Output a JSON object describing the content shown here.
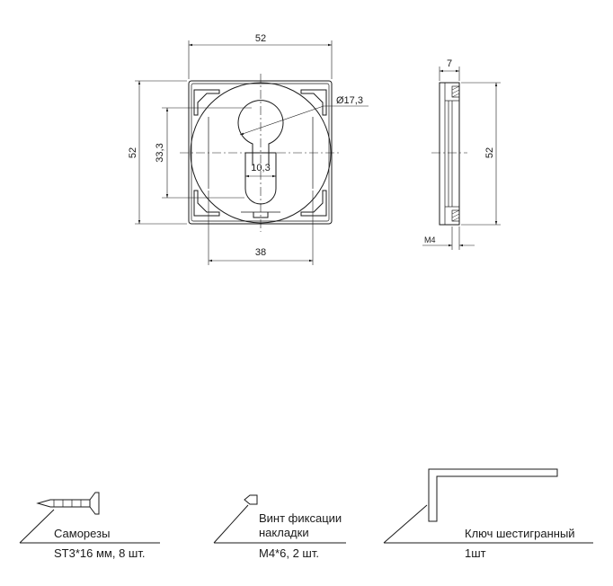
{
  "drawing": {
    "dimensions": {
      "width_top": "52",
      "height_left": "52",
      "keyhole_height": "33,3",
      "diameter": "Ø17,3",
      "slot_width": "10,3",
      "bottom_width": "38",
      "side_thickness": "7",
      "side_height": "52",
      "thread": "M4"
    }
  },
  "parts": {
    "screws": {
      "name": "Саморезы",
      "spec": "ST3*16 мм, 8 шт."
    },
    "fix_screw": {
      "name_line1": "Винт фиксации",
      "name_line2": "накладки",
      "spec": "M4*6, 2 шт."
    },
    "hex_key": {
      "name": "Ключ шестигранный",
      "spec": "1шт"
    }
  }
}
